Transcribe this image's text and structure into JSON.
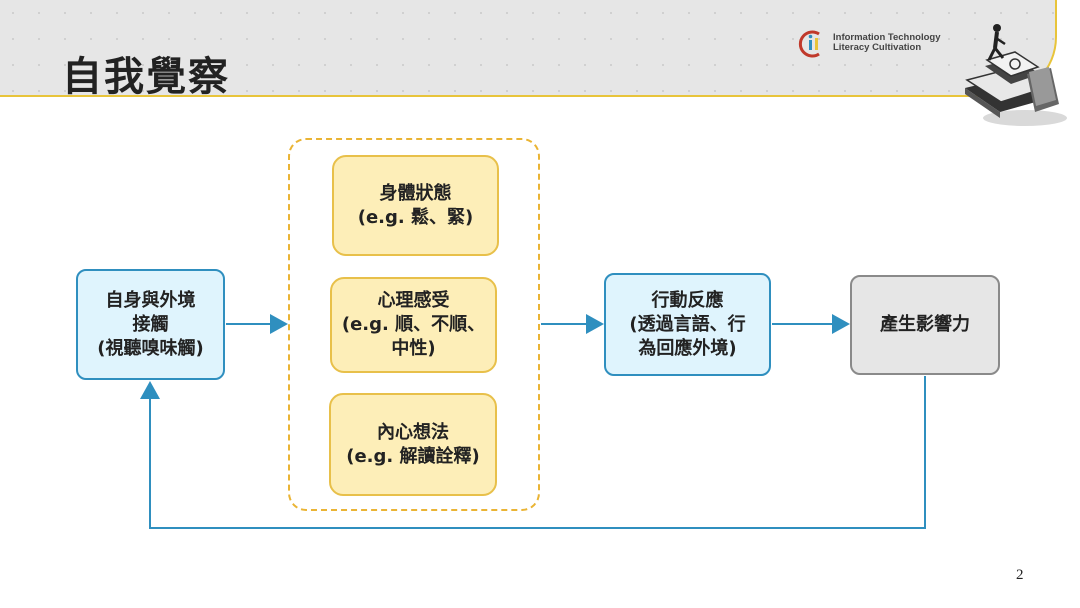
{
  "slide": {
    "title": "自我覺察",
    "page_number": "2"
  },
  "logo": {
    "line1": "Information Technology",
    "line2": "Literacy Cultivation"
  },
  "diagram": {
    "self_senses": {
      "line1": "自身與外境",
      "line2": "接觸",
      "line3": "(視聽嗅味觸)"
    },
    "body_state": {
      "line1": "身體狀態",
      "line2": "(e.g. 鬆、緊)"
    },
    "feelings": {
      "line1": "心理感受",
      "line2": "(e.g. 順、不順、",
      "line3": "中性)"
    },
    "thoughts": {
      "line1": "內心想法",
      "line2": "(e.g. 解讀詮釋)"
    },
    "action": {
      "line1": "行動反應",
      "line2": "(透過言語、行",
      "line3": "為回應外境)"
    },
    "influence": {
      "line1": "產生影響力"
    }
  },
  "colors": {
    "accent_yellow": "#e8c43a",
    "flow_blue": "#2f8fbf",
    "box_blue_fill": "#dff4fd",
    "box_yellow_fill": "#fdeeb8",
    "box_gray_fill": "#e6e6e6"
  }
}
